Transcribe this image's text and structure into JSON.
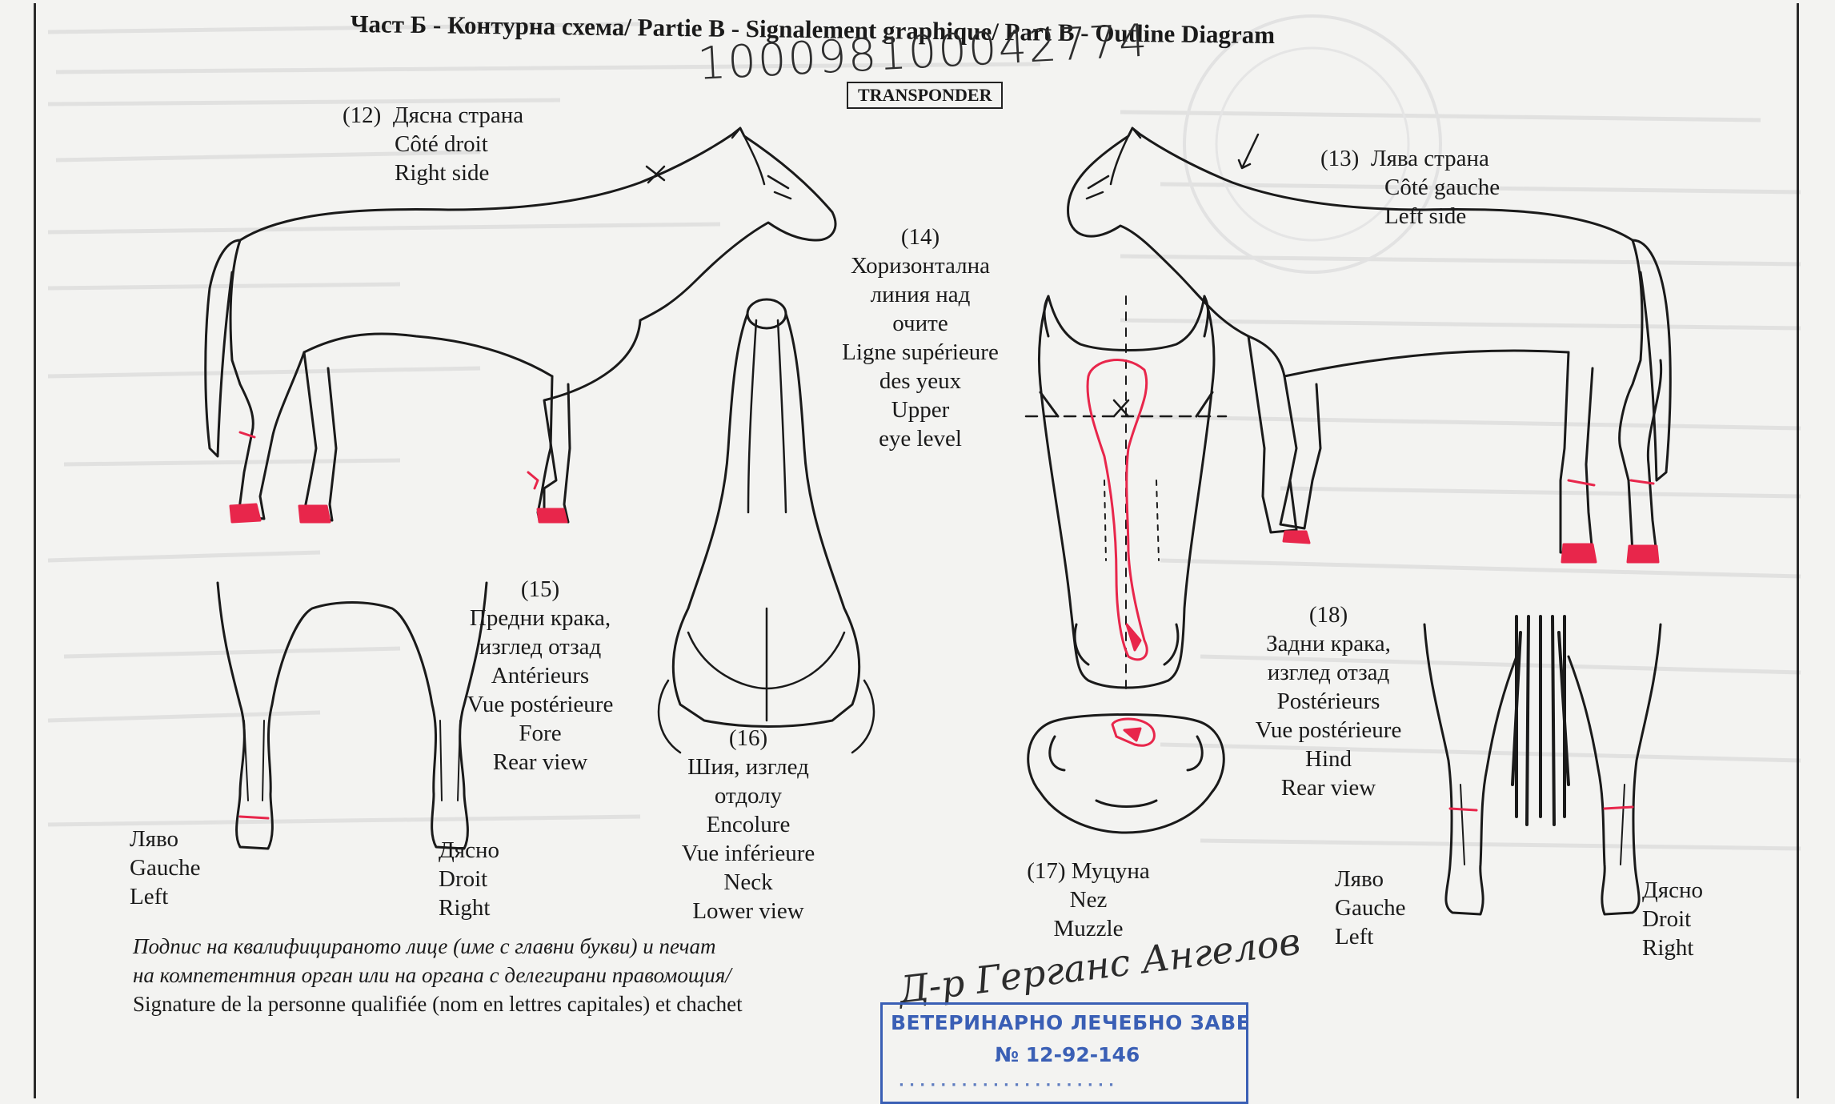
{
  "header": {
    "title": "Част Б - Контурна схема/ Partie B - Signalement graphique/ Part B - Outline Diagram",
    "handwritten_number": "100098100042774",
    "transponder_label": "TRANSPONDER"
  },
  "sections": {
    "right_side": {
      "number": "(12)",
      "bg": "Дясна страна",
      "fr": "Côté droit",
      "en": "Right side"
    },
    "left_side": {
      "number": "(13)",
      "bg": "Лява страна",
      "fr": "Côté gauche",
      "en": "Left side"
    },
    "eye_level": {
      "number": "(14)",
      "bg1": "Хоризонтална",
      "bg2": "линия над",
      "bg3": "очите",
      "fr1": "Ligne supérieure",
      "fr2": "des yeux",
      "en1": "Upper",
      "en2": "eye level"
    },
    "fore_legs": {
      "number": "(15)",
      "bg1": "Предни крака,",
      "bg2": "изглед отзад",
      "fr1": "Antérieurs",
      "fr2": "Vue postérieure",
      "en1": "Fore",
      "en2": "Rear view"
    },
    "neck": {
      "number": "(16)",
      "bg1": "Шия, изглед",
      "bg2": "отдолу",
      "fr1": "Encolure",
      "fr2": "Vue inférieure",
      "en1": "Neck",
      "en2": "Lower view"
    },
    "muzzle": {
      "number": "(17)",
      "bg": "Муцуна",
      "fr": "Nez",
      "en": "Muzzle"
    },
    "hind_legs": {
      "number": "(18)",
      "bg1": "Задни крака,",
      "bg2": "изглед отзад",
      "fr1": "Postérieurs",
      "fr2": "Vue postérieure",
      "en1": "Hind",
      "en2": "Rear view"
    }
  },
  "leg_side_labels": {
    "left": {
      "bg": "Ляво",
      "fr": "Gauche",
      "en": "Left"
    },
    "right": {
      "bg": "Дясно",
      "fr": "Droit",
      "en": "Right"
    }
  },
  "signature_block": {
    "line1": "Подпис на квалифицираното лице (име с главни букви) и печат",
    "line2": "на компетентния орган или на органа с делегирани правомощия/",
    "line3": "Signature de la personne qualifiée (nom en lettres capitales) et chachet"
  },
  "vet_signature": "Д-р Герганс Ангелов",
  "stamp": {
    "line1": "ВЕТЕРИНАРНО ЛЕЧЕБНО ЗАВЕДЕНИЕ",
    "line2": "№ 12-92-146"
  },
  "colors": {
    "marking_red": "#e8264b",
    "ink": "#1a1a1a",
    "stamp_blue": "#3a5fb5"
  }
}
